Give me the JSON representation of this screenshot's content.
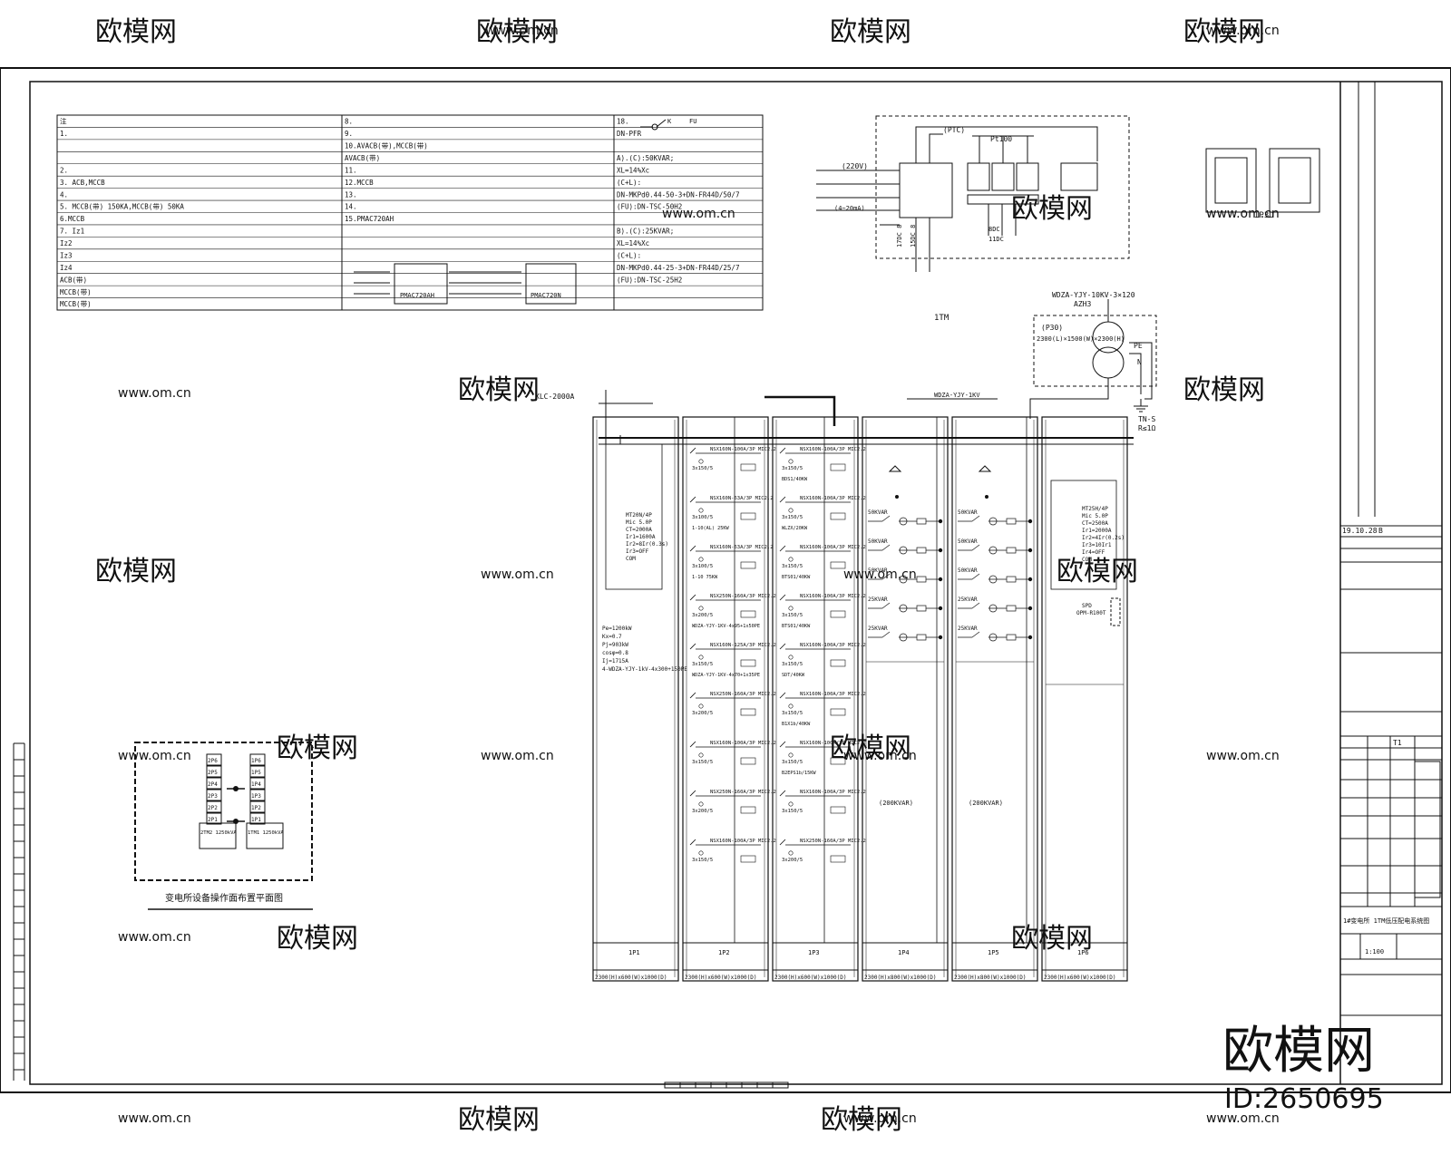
{
  "watermark": {
    "brand": "欧模网",
    "url": "www.om.cn",
    "url_short": "www.om.cn",
    "id_label": "ID:2650695"
  },
  "notes_table": {
    "rows": [
      [
        "注",
        "8.",
        "18."
      ],
      [
        "1.",
        "9.",
        "DN-PFR"
      ],
      [
        "",
        "10.AVACB(带),MCCB(带)",
        ""
      ],
      [
        "",
        "AVACB(带)",
        "A).(C):50KVAR;"
      ],
      [
        "2.",
        "11.",
        "XL=14%Xc"
      ],
      [
        "3. ACB,MCCB",
        "12.MCCB",
        "(C+L):"
      ],
      [
        "4.",
        "13.",
        "DN-MKPd0.44-50-3+DN-FR44D/50/7"
      ],
      [
        "5. MCCB(带) 150KA,MCCB(带) 50KA",
        "14.",
        "(FU):DN-TSC-50H2"
      ],
      [
        "6.MCCB",
        "15.PMAC720AH",
        ""
      ],
      [
        "7. Iz1",
        "",
        "B).(C):25KVAR;"
      ],
      [
        "Iz2",
        "",
        "XL=14%Xc"
      ],
      [
        "Iz3",
        "",
        "(C+L):"
      ],
      [
        "Iz4",
        "",
        "DN-MKPd0.44-25-3+DN-FR44D/25/7"
      ],
      [
        "ACB(带)",
        "",
        "(FU):DN-TSC-25H2"
      ],
      [
        "MCCB(带)",
        "",
        ""
      ],
      [
        "MCCB(带)",
        "",
        ""
      ]
    ],
    "device_left": "PMAC720AH",
    "device_right": "PMAC720N",
    "symbol_k": "K",
    "symbol_fu": "FU"
  },
  "control_box": {
    "ptc": "(PTC)",
    "pt100": "Pt100",
    "ac220": "(220V)",
    "current": "(4~20mA)",
    "do_label": "17DC 8",
    "di_label": "15DC 8",
    "do2": "8DC",
    "di2": "11DC"
  },
  "transformer": {
    "cable_in": "WDZA-YJY-10KV-3×120",
    "from": "AZH3",
    "name": "1TM",
    "box": "(P30)",
    "dims": "2300(L)×1500(W)×2300(H)",
    "pe": "PE",
    "n": "N",
    "earthing": "TN-S",
    "resistance": "R≤1Ω"
  },
  "bus": {
    "cable_top": "XLC-2000A",
    "upper_label": "WDZA-YJY-1KV"
  },
  "ip3d": {
    "label": "IP3D",
    "left": "",
    "right": ""
  },
  "layout_box": {
    "title": "变电所设备操作面布置平面图",
    "cells_left": [
      "2P6",
      "2P5",
      "2P4",
      "2P3",
      "2P2",
      "2P1"
    ],
    "cells_right": [
      "1P6",
      "1P5",
      "1P4",
      "1P3",
      "1P2",
      "1P1"
    ],
    "tr_left": "2TM2 1250kVA",
    "tr_right": "1TM1 1250kVA"
  },
  "panels": [
    {
      "id": "1P1",
      "breaker": "MT20N/4P",
      "trip": "Mic 5.0P",
      "ct": "CT=2000A",
      "settings": [
        "Ir1=1600A",
        "Ir2=8Ir(0.3s)",
        "Ir3=OFF",
        "COM"
      ],
      "load": [
        "Pe=1200kW",
        "Kx=0.7",
        "Pj=903kW",
        "cosφ=0.8",
        "Ij=1715A",
        "4-WDZA-YJY-1kV-4x300+150PE"
      ],
      "dims": "2300(H)x600(W)x1000(D)"
    },
    {
      "id": "1P2",
      "feeders": [
        {
          "breaker": "NSX160N-100A/3P MIC2.2",
          "ct": "3x150/5",
          "load": ""
        },
        {
          "breaker": "NSX160N-63A/3P MIC2.2",
          "ct": "3x100/5",
          "load": "1-10(AL) 25KW"
        },
        {
          "breaker": "NSX160N-63A/3P MIC2.2",
          "ct": "3x100/5",
          "load": "1-10 75KW"
        },
        {
          "breaker": "NSX250N-160A/3P MIC2.2",
          "ct": "3x200/5",
          "load": "WDZA-YJY-1KV-4x95+1x50PE"
        },
        {
          "breaker": "NSX160N-125A/3P MIC2.2",
          "ct": "3x150/5",
          "load": "WDZA-YJY-1KV-4x70+1x35PE"
        },
        {
          "breaker": "NSX250N-160A/3P MIC2.2",
          "ct": "3x200/5",
          "load": ""
        },
        {
          "breaker": "NSX160N-100A/3P MIC2.2",
          "ct": "3x150/5",
          "load": ""
        },
        {
          "breaker": "NSX250N-160A/3P MIC2.2",
          "ct": "3x200/5",
          "load": ""
        },
        {
          "breaker": "NSX160N-100A/3P MIC2.2",
          "ct": "3x150/5",
          "load": ""
        }
      ],
      "dims": "2300(H)x600(W)x1000(D)"
    },
    {
      "id": "1P3",
      "feeders": [
        {
          "breaker": "NSX160N-100A/3P MIC2.2",
          "ct": "3x150/5",
          "load": "BDS1/40KW"
        },
        {
          "breaker": "NSX160N-100A/3P MIC2.2",
          "ct": "3x150/5",
          "load": "WLZX/20KW"
        },
        {
          "breaker": "NSX160N-100A/3P MIC2.2",
          "ct": "3x150/5",
          "load": "BTS01/40KW"
        },
        {
          "breaker": "NSX160N-100A/3P MIC2.2",
          "ct": "3x150/5",
          "load": "BTS01/40KW"
        },
        {
          "breaker": "NSX160N-100A/3P MIC2.2",
          "ct": "3x150/5",
          "load": "SDT/40KW"
        },
        {
          "breaker": "NSX160N-100A/3P MIC2.2",
          "ct": "3x150/5",
          "load": "B1X1b/40KW"
        },
        {
          "breaker": "NSX160N-100A/3P MIC2.2",
          "ct": "3x150/5",
          "load": "B2EPS1b/15KW"
        },
        {
          "breaker": "NSX160N-100A/3P MIC2.2",
          "ct": "3x150/5",
          "load": ""
        },
        {
          "breaker": "NSX250N-160A/3P MIC2.2",
          "ct": "3x200/5",
          "load": ""
        }
      ],
      "dims": "2300(H)x600(W)x1000(D)"
    },
    {
      "id": "1P4",
      "steps": [
        "50KVAR",
        "50KVAR",
        "50KVAR",
        "25KVAR",
        "25KVAR"
      ],
      "total": "(200KVAR)",
      "dims": "2300(H)x800(W)x1000(D)"
    },
    {
      "id": "1P5",
      "steps": [
        "50KVAR",
        "50KVAR",
        "50KVAR",
        "25KVAR",
        "25KVAR"
      ],
      "total": "(200KVAR)",
      "dims": "2300(H)x800(W)x1000(D)"
    },
    {
      "id": "1P6",
      "breaker": "MT25H/4P",
      "trip": "Mic 5.0P",
      "ct": "CT=2500A",
      "settings": [
        "Ir1=2000A",
        "Ir2=4Ir(0.2s)",
        "Ir3=10Ir1",
        "Ir4=OFF",
        "COM"
      ],
      "spd": "SPD",
      "spd_model": "OPM-R100T",
      "dims": "2300(H)x600(W)x1000(D)"
    }
  ],
  "title_block": {
    "rev_date": "19.10.28",
    "rev": "B",
    "sheet": "T1",
    "scale": "1:100",
    "drawing_title": "1#变电所 1TM低压配电系统图"
  }
}
